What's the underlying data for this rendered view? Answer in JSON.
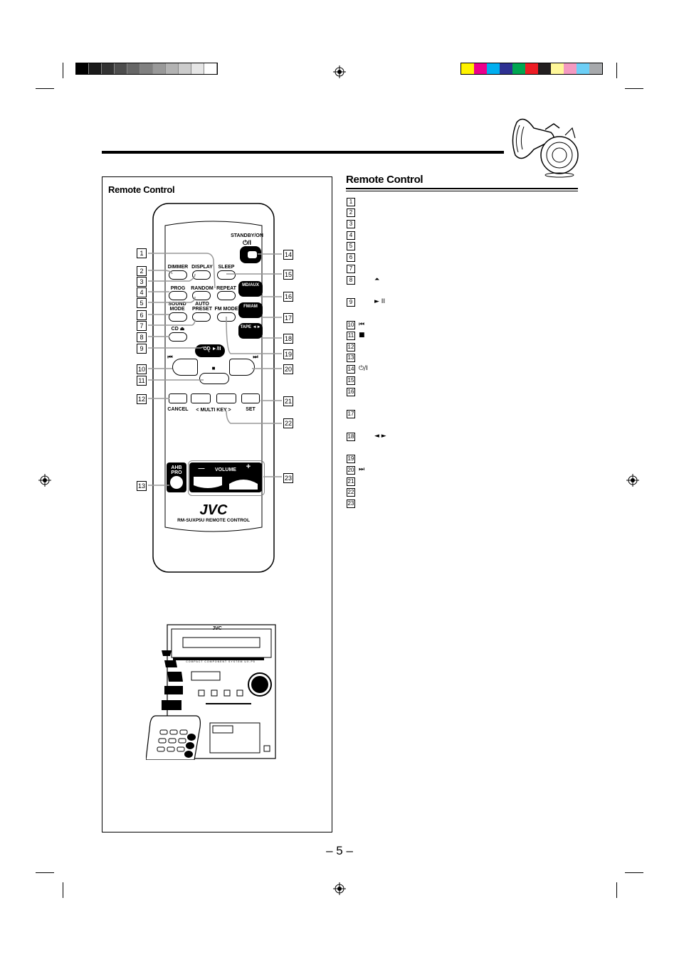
{
  "colors": {
    "gray_swatches": [
      "#000000",
      "#1a1a1a",
      "#333333",
      "#4d4d4d",
      "#666666",
      "#808080",
      "#999999",
      "#b3b3b3",
      "#cccccc",
      "#e6e6e6",
      "#ffffff"
    ],
    "color_swatches": [
      "#fff200",
      "#ec008c",
      "#00aeef",
      "#2e3192",
      "#00a651",
      "#ed1c24",
      "#231f20",
      "#fff799",
      "#f49ac1",
      "#6dcff6",
      "#a7a9ac"
    ]
  },
  "left_panel": {
    "heading": "Remote Control",
    "remote": {
      "labels": {
        "standby": "STANDBY/ON",
        "standby_symbol": "⏻/I",
        "dimmer": "DIMMER",
        "display": "DISPLAY",
        "sleep": "SLEEP",
        "prog": "PROG",
        "random": "RANDOM",
        "repeat": "REPEAT",
        "md_aux": "MD/AUX",
        "sound_mode": "SOUND MODE",
        "auto_preset": "AUTO PRESET",
        "fm_mode": "FM MODE",
        "fm_am": "FM/AM",
        "tape": "TAPE ◄►",
        "cd_eject": "CD ⏏",
        "cd_play": "CD ►/II",
        "prev": "⏮",
        "next": "⏭",
        "stop": "■",
        "cancel": "CANCEL",
        "multi_key": "< MULTI KEY >",
        "set": "SET",
        "ahb_pro": "AHB PRO",
        "volume": "VOLUME",
        "vol_minus": "—",
        "vol_plus": "+",
        "brand": "JVC",
        "model": "RM-SUXP5U REMOTE CONTROL"
      },
      "callouts_left": [
        "1",
        "2",
        "3",
        "4",
        "5",
        "6",
        "7",
        "8",
        "9",
        "10",
        "11",
        "12",
        "13"
      ],
      "callouts_right": [
        "14",
        "15",
        "16",
        "17",
        "18",
        "19",
        "20",
        "21",
        "22",
        "23"
      ]
    },
    "unit": {
      "brand": "JVC",
      "tagline": "COMPACT COMPONENT SYSTEM UX-P5"
    }
  },
  "right_panel": {
    "heading": "Remote Control",
    "items": [
      {
        "num": "1",
        "text": ""
      },
      {
        "num": "2",
        "text": ""
      },
      {
        "num": "3",
        "text": ""
      },
      {
        "num": "4",
        "text": ""
      },
      {
        "num": "5",
        "text": ""
      },
      {
        "num": "6",
        "text": ""
      },
      {
        "num": "7",
        "text": ""
      },
      {
        "num": "8",
        "text": "⏶"
      },
      {
        "num": "9",
        "text": "► II"
      },
      {
        "num": "10",
        "text": "⏮"
      },
      {
        "num": "11",
        "text": "■"
      },
      {
        "num": "12",
        "text": ""
      },
      {
        "num": "13",
        "text": ""
      },
      {
        "num": "14",
        "text": "⏻/I"
      },
      {
        "num": "15",
        "text": ""
      },
      {
        "num": "16",
        "text": ""
      },
      {
        "num": "17",
        "text": ""
      },
      {
        "num": "18",
        "text": "◄ ►"
      },
      {
        "num": "19",
        "text": ""
      },
      {
        "num": "20",
        "text": "⏭"
      },
      {
        "num": "21",
        "text": ""
      },
      {
        "num": "22",
        "text": ""
      },
      {
        "num": "23",
        "text": ""
      }
    ]
  },
  "page_number": "– 5 –"
}
